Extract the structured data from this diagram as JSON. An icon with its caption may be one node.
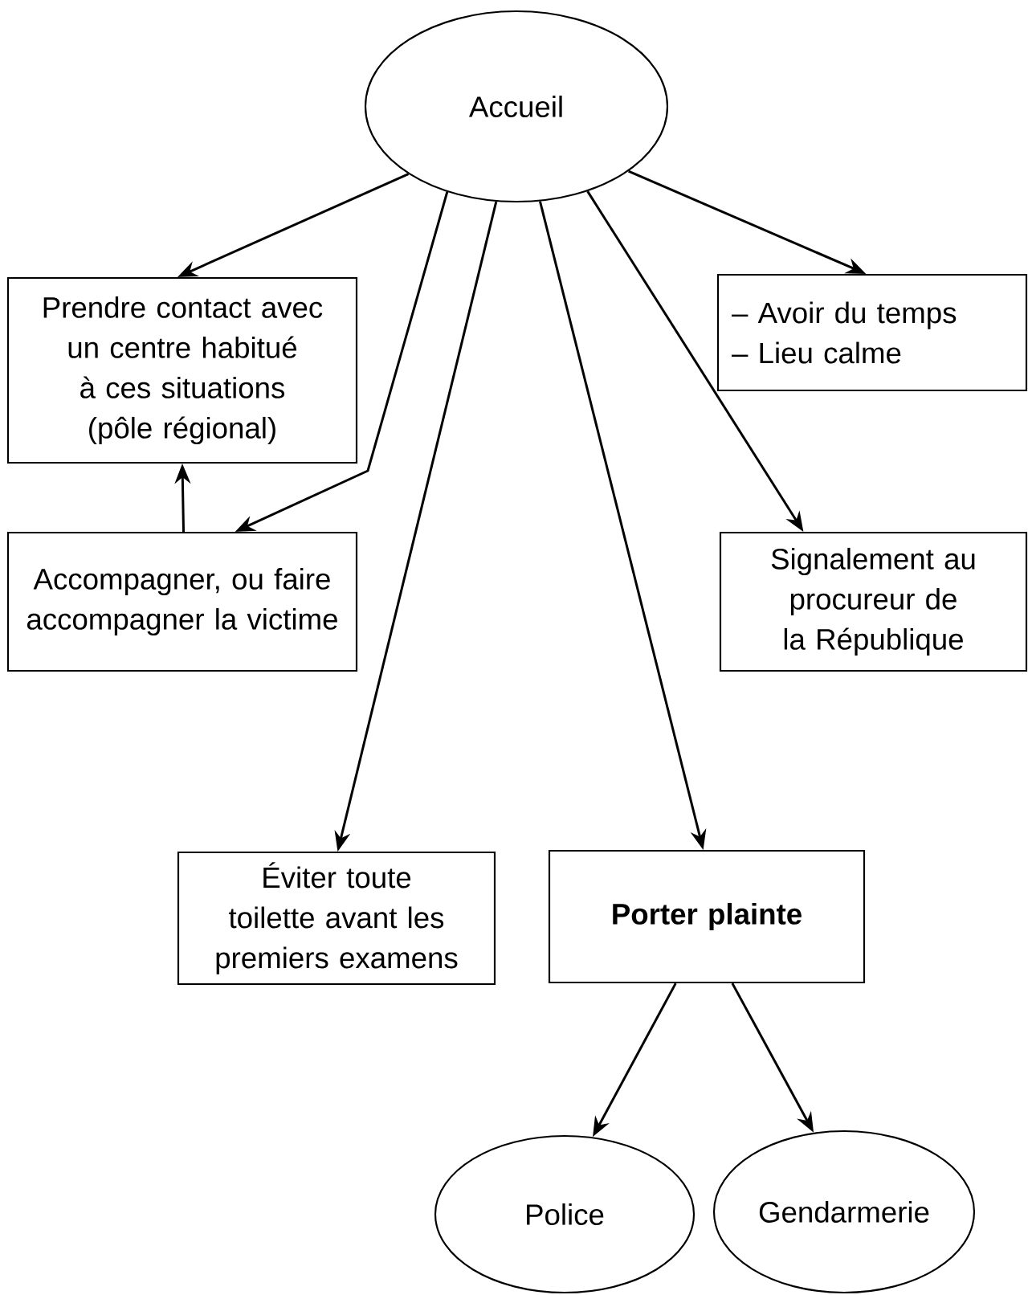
{
  "diagram": {
    "nodes": [
      {
        "text": [
          "Accueil"
        ]
      },
      {
        "text": [
          "Prendre contact avec un centre habitué à ces situations (pôle régional)"
        ]
      },
      {
        "text": [
          "Accompagner, ou faire accompagner la victime"
        ]
      },
      {
        "text": [
          "– Avoir du temps",
          "– Lieu calme"
        ]
      },
      {
        "text": [
          "Signalement au procureur de la République"
        ]
      },
      {
        "text": [
          "Éviter toute toilette avant les premiers examens"
        ]
      },
      {
        "text": [
          "Porter plainte"
        ]
      },
      {
        "text": [
          "Police"
        ]
      },
      {
        "text": [
          "Gendarmerie"
        ]
      }
    ],
    "edges": [
      {
        "from": 0,
        "to": 1,
        "arrow": "to"
      },
      {
        "from": 0,
        "to": 2,
        "arrow": "to"
      },
      {
        "from": 2,
        "to": 1,
        "arrow": "to"
      },
      {
        "from": 0,
        "to": 5,
        "arrow": "to"
      },
      {
        "from": 0,
        "to": 6,
        "arrow": "to"
      },
      {
        "from": 0,
        "to": 4,
        "arrow": "to"
      },
      {
        "from": 0,
        "to": 3,
        "arrow": "to"
      },
      {
        "from": 6,
        "to": 7,
        "arrow": "to"
      },
      {
        "from": 6,
        "to": 8,
        "arrow": "to"
      }
    ]
  }
}
